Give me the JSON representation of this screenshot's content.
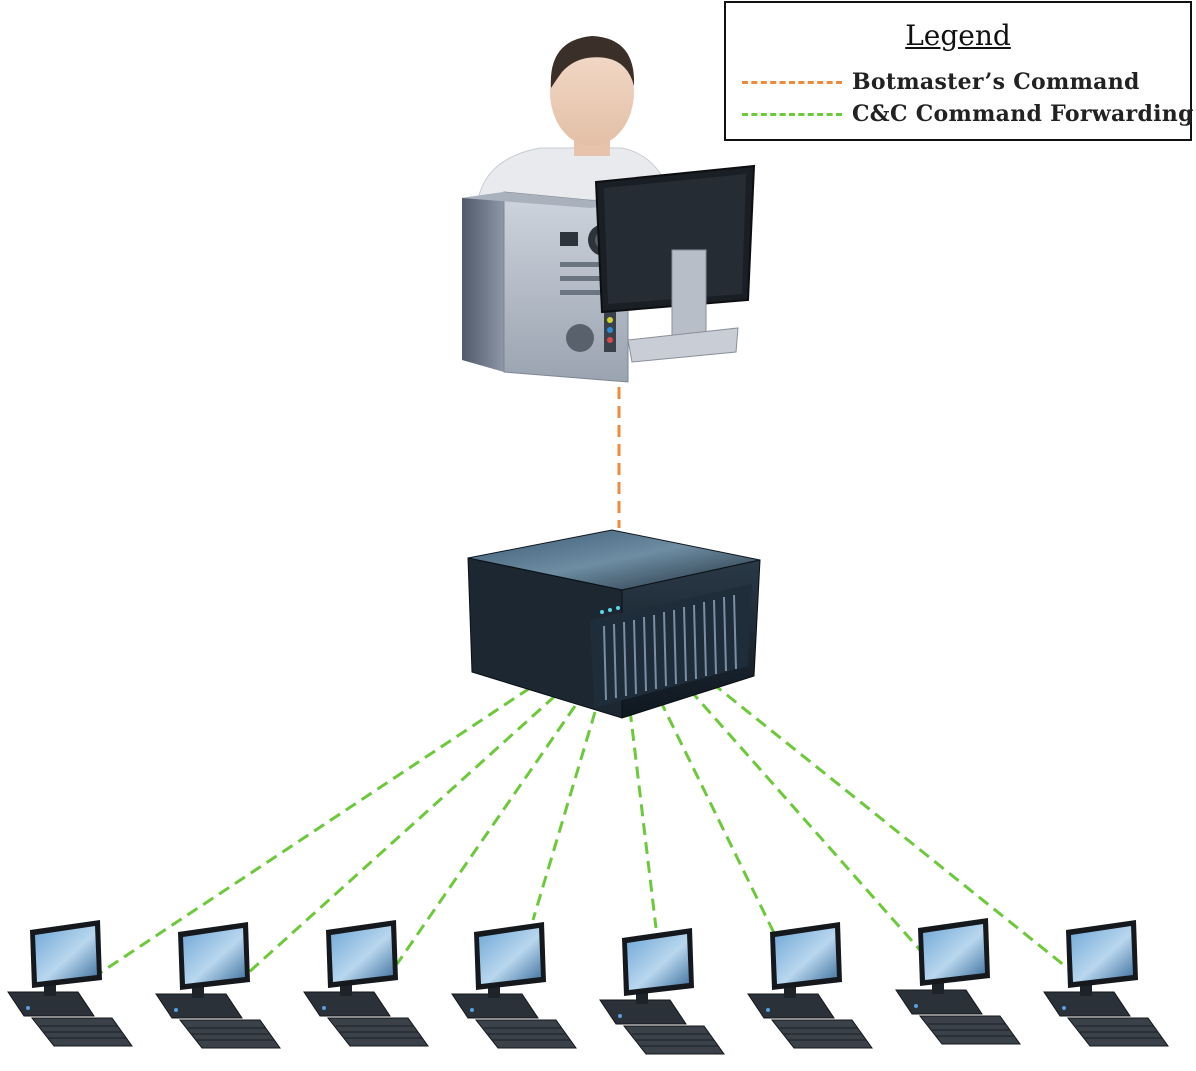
{
  "legend": {
    "title": "Legend",
    "items": [
      {
        "label": "Botmaster’s Command",
        "color": "#ee8a3c",
        "style": "dashed"
      },
      {
        "label": "C&C Command Forwarding",
        "color": "#6cc93a",
        "style": "dashed"
      }
    ]
  },
  "nodes": {
    "botmaster": {
      "icon": "person-at-computer-icon"
    },
    "cc_server": {
      "icon": "server-icon"
    },
    "bots": [
      {
        "icon": "desktop-computer-icon"
      },
      {
        "icon": "desktop-computer-icon"
      },
      {
        "icon": "desktop-computer-icon"
      },
      {
        "icon": "desktop-computer-icon"
      },
      {
        "icon": "desktop-computer-icon"
      },
      {
        "icon": "desktop-computer-icon"
      },
      {
        "icon": "desktop-computer-icon"
      },
      {
        "icon": "desktop-computer-icon"
      }
    ]
  },
  "edges": [
    {
      "from": "botmaster",
      "to": "cc_server",
      "type": "Botmaster’s Command"
    },
    {
      "from": "cc_server",
      "to": "bot-1",
      "type": "C&C Command Forwarding"
    },
    {
      "from": "cc_server",
      "to": "bot-2",
      "type": "C&C Command Forwarding"
    },
    {
      "from": "cc_server",
      "to": "bot-3",
      "type": "C&C Command Forwarding"
    },
    {
      "from": "cc_server",
      "to": "bot-4",
      "type": "C&C Command Forwarding"
    },
    {
      "from": "cc_server",
      "to": "bot-5",
      "type": "C&C Command Forwarding"
    },
    {
      "from": "cc_server",
      "to": "bot-6",
      "type": "C&C Command Forwarding"
    },
    {
      "from": "cc_server",
      "to": "bot-7",
      "type": "C&C Command Forwarding"
    },
    {
      "from": "cc_server",
      "to": "bot-8",
      "type": "C&C Command Forwarding"
    }
  ]
}
